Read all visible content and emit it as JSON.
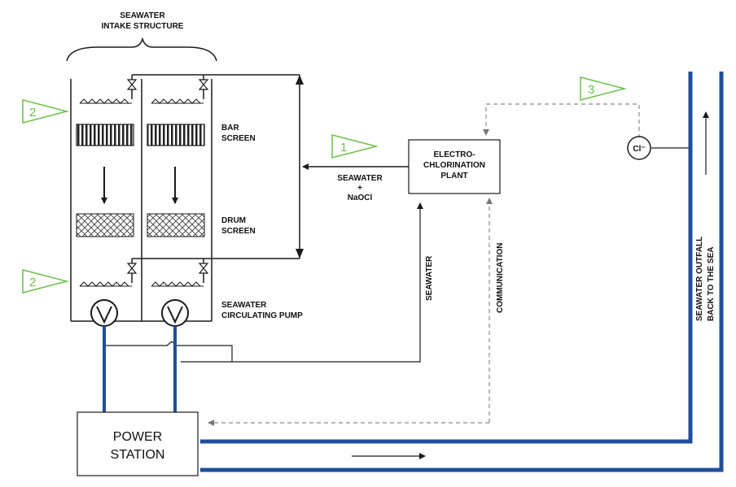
{
  "labels": {
    "intake_line1": "SEAWATER",
    "intake_line2": "INTAKE STRUCTURE",
    "bar_screen_line1": "BAR",
    "bar_screen_line2": "SCREEN",
    "drum_screen_line1": "DRUM",
    "drum_screen_line2": "SCREEN",
    "pump_line1": "SEAWATER",
    "pump_line2": "CIRCULATING PUMP",
    "feed_line1": "SEAWATER",
    "feed_line2": "+",
    "feed_line3": "NaOCl",
    "plant_line1": "ELECTRO-",
    "plant_line2": "CHLORINATION",
    "plant_line3": "PLANT",
    "seawater_vertical": "SEAWATER",
    "communication_vertical": "COMMUNICATION",
    "outfall_line1": "SEAWATER OUTFALL",
    "outfall_line2": "BACK TO THE SEA",
    "power_line1": "POWER",
    "power_line2": "STATION",
    "sensor": "Cl⁻"
  },
  "markers": {
    "dosing_point_1": "1",
    "dosing_point_2_top": "2",
    "dosing_point_2_bottom": "2",
    "monitor_point_3": "3"
  },
  "colors": {
    "line": "#1a1a1a",
    "pipe_blue": "#1f4e9c",
    "marker_green": "#6cc04a",
    "dashed": "#8a8a8a"
  }
}
